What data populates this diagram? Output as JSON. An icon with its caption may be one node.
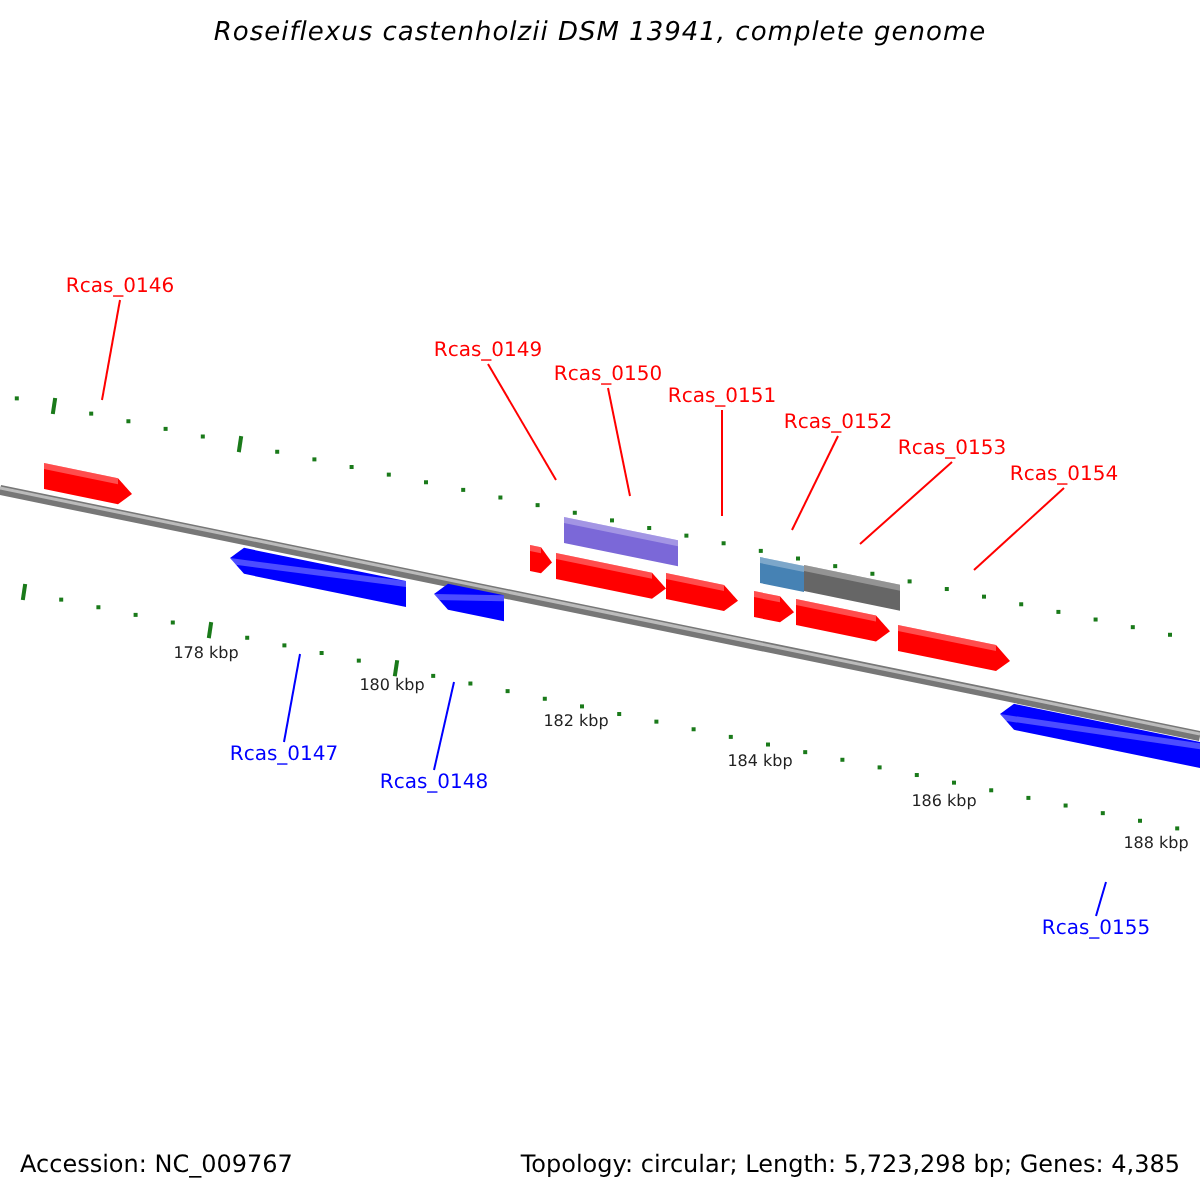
{
  "diagram": {
    "title": "Roseiflexus castenholzii DSM 13941, complete genome",
    "nodes": [
      {
        "text": [
          "Rcas_0146"
        ]
      },
      {
        "text": [
          "Rcas_0149"
        ]
      },
      {
        "text": [
          "Rcas_0150"
        ]
      },
      {
        "text": [
          "Rcas_0151"
        ]
      },
      {
        "text": [
          "Rcas_0152"
        ]
      },
      {
        "text": [
          "Rcas_0153"
        ]
      },
      {
        "text": [
          "Rcas_0154"
        ]
      },
      {
        "text": [
          "Rcas_0147"
        ]
      },
      {
        "text": [
          "Rcas_0148"
        ]
      },
      {
        "text": [
          "Rcas_0155"
        ]
      }
    ],
    "edges": [
      {
        "from": 0,
        "to": null,
        "arrow": "none"
      },
      {
        "from": 1,
        "to": null,
        "arrow": "none"
      },
      {
        "from": 2,
        "to": null,
        "arrow": "none"
      },
      {
        "from": 3,
        "to": null,
        "arrow": "none"
      },
      {
        "from": 4,
        "to": null,
        "arrow": "none"
      },
      {
        "from": 5,
        "to": null,
        "arrow": "none"
      },
      {
        "from": 6,
        "to": null,
        "arrow": "none"
      },
      {
        "from": 7,
        "to": null,
        "arrow": "none",
        "color": "#0000ff"
      },
      {
        "from": 8,
        "to": null,
        "arrow": "none",
        "color": "#0000ff"
      },
      {
        "from": 9,
        "to": null,
        "arrow": "none",
        "color": "#0000ff"
      }
    ],
    "labels": [
      "178 kbp",
      "180 kbp",
      "182 kbp",
      "184 kbp",
      "186 kbp",
      "188 kbp",
      "Accession: NC_009767",
      "Topology: circular; Length: 5,723,298 bp; Genes: 4,385"
    ]
  }
}
